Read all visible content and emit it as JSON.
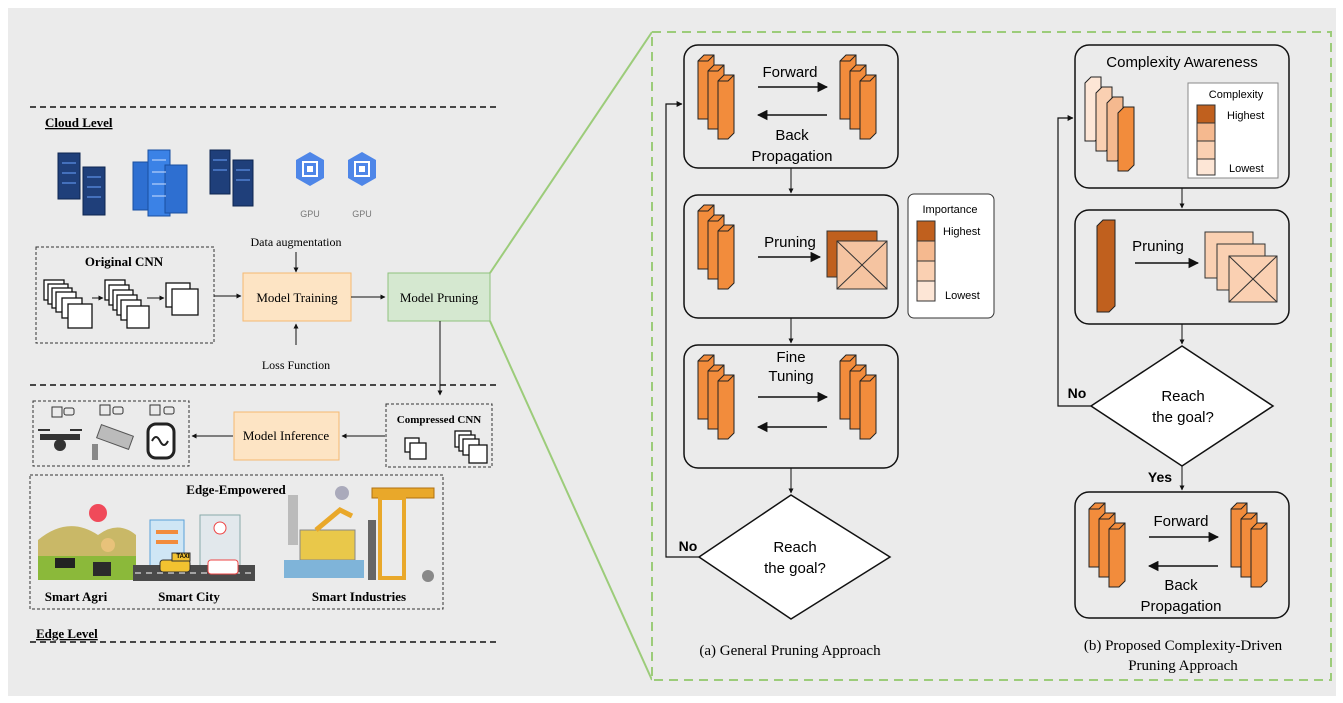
{
  "left": {
    "cloud_level": "Cloud Level",
    "edge_level": "Edge Level",
    "gpu_label": "GPU",
    "data_augmentation": "Data augmentation",
    "original_cnn": "Original CNN",
    "model_training": "Model Training",
    "model_pruning": "Model Pruning",
    "loss_function": "Loss Function",
    "model_inference": "Model Inference",
    "compressed_cnn": "Compressed CNN",
    "edge_empowered": "Edge-Empowered",
    "taxi": "TAXI",
    "smart_agri": "Smart Agri",
    "smart_city": "Smart City",
    "smart_industries": "Smart Industries"
  },
  "general": {
    "forward": "Forward",
    "back": "Back",
    "propagation": "Propagation",
    "pruning": "Pruning",
    "importance": "Importance",
    "highest": "Highest",
    "lowest": "Lowest",
    "fine": "Fine",
    "tuning": "Tuning",
    "reach": "Reach",
    "the_goal": "the goal?",
    "no": "No",
    "caption": "(a) General Pruning Approach"
  },
  "proposed": {
    "complexity_awareness": "Complexity Awareness",
    "complexity": "Complexity",
    "highest": "Highest",
    "lowest": "Lowest",
    "pruning": "Pruning",
    "reach": "Reach",
    "the_goal": "the goal?",
    "no": "No",
    "yes": "Yes",
    "forward": "Forward",
    "back": "Back",
    "propagation": "Propagation",
    "caption_line1": "(b) Proposed Complexity-Driven",
    "caption_line2": "Pruning Approach"
  },
  "colors": {
    "background_panel": "#ebebeb",
    "dashed_green": "#9ccc7a",
    "orange": "#f28c3c",
    "orange_dark": "#c0601e",
    "model_training_fill": "#fde4c4",
    "model_pruning_fill": "#d5e8d0",
    "server_blue": "#2e6fd1",
    "gpu_blue": "#4e86e8"
  }
}
